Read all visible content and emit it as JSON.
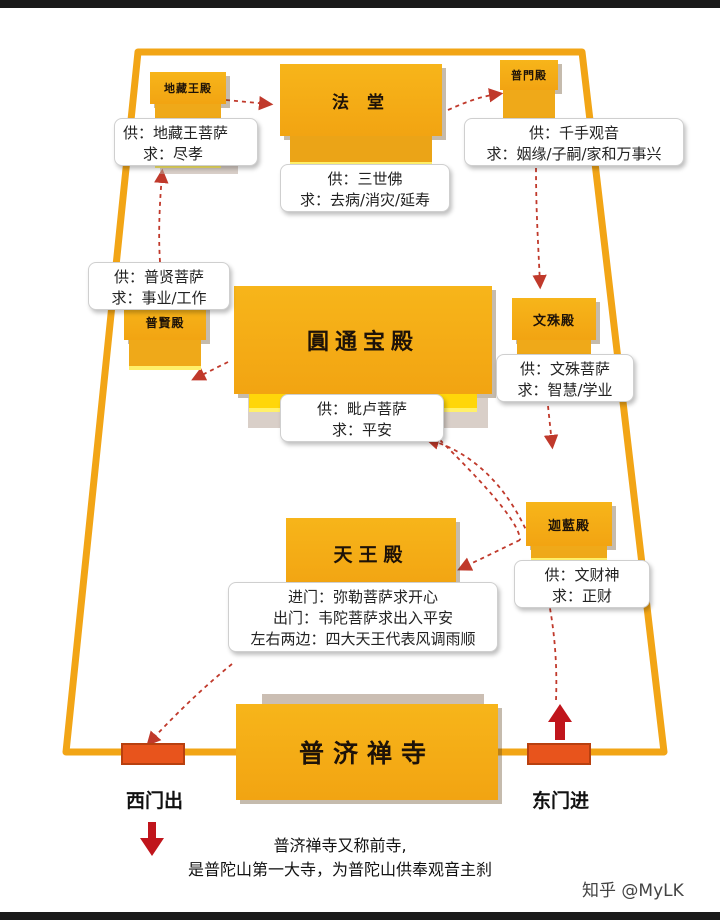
{
  "halls": {
    "fatang": "法 堂",
    "dizang": "地藏王殿",
    "pumen": "普門殿",
    "puxian": "普賢殿",
    "yuantong": "圓通宝殿",
    "wenshu": "文殊殿",
    "qielan": "迦藍殿",
    "tianwang": "天王殿",
    "main": "普济禅寺"
  },
  "cards": {
    "dizang": [
      "供：地藏王菩萨",
      "求：尽孝"
    ],
    "fatang": [
      "供：三世佛",
      "求：去病/消灾/延寿"
    ],
    "pumen": [
      "供：千手观音",
      "求：姻缘/子嗣/家和万事兴"
    ],
    "puxian": [
      "供：普贤菩萨",
      "求：事业/工作"
    ],
    "wenshu": [
      "供：文殊菩萨",
      "求：智慧/学业"
    ],
    "yuantong": [
      "供：毗卢菩萨",
      "求：平安"
    ],
    "qielan": [
      "供：文财神",
      "求：正财"
    ],
    "tianwang": [
      "进门：弥勒菩萨求开心",
      "出门：韦陀菩萨求出入平安",
      "左右两边：四大天王代表风调雨顺"
    ]
  },
  "gates": {
    "west": "西门出",
    "east": "东门进"
  },
  "caption": [
    "普济禅寺又称前寺,",
    "是普陀山第一大寺，为普陀山供奉观音主刹"
  ],
  "watermark": "知乎 @MyLK",
  "colors": {
    "wall": "#f2a516",
    "hall": "#f5ad18",
    "arrow": "#c0392b",
    "gate": "#e8541c"
  }
}
